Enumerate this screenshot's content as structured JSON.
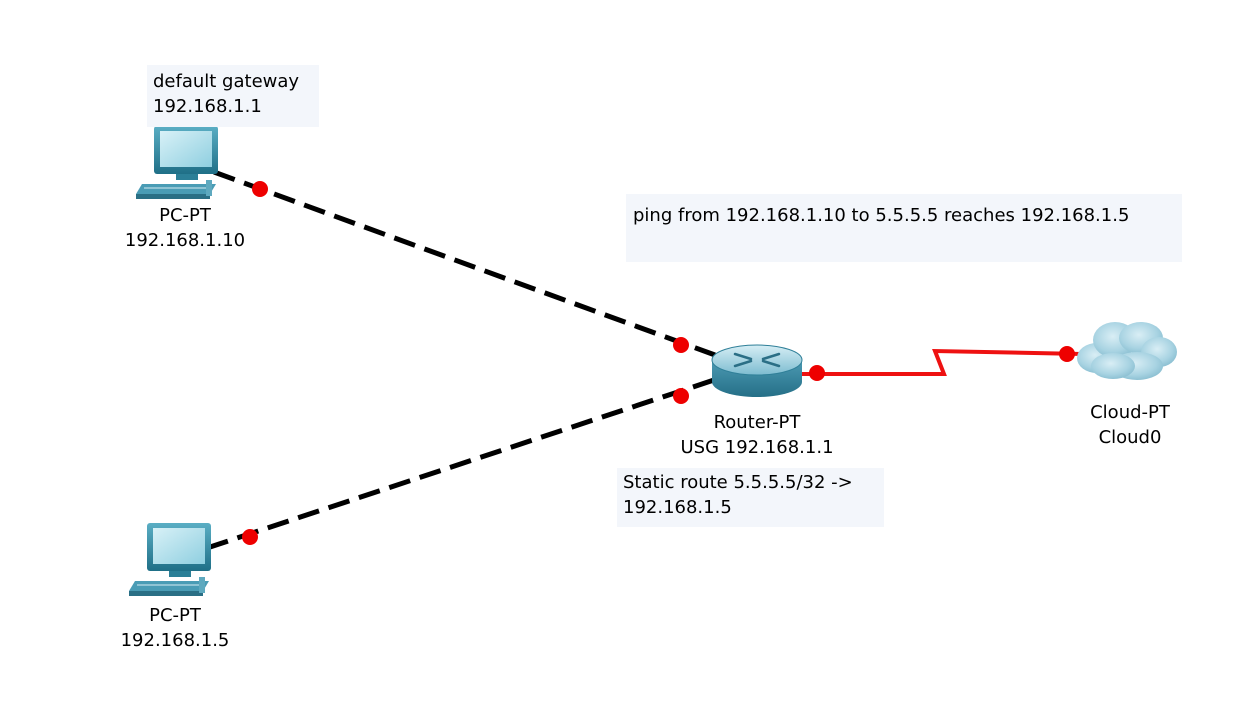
{
  "notes": {
    "gateway": {
      "line1": "default gateway",
      "line2": "192.168.1.1"
    },
    "ping": {
      "text": "ping from 192.168.1.10 to 5.5.5.5 reaches 192.168.1.5"
    },
    "route": {
      "line1": "Static route 5.5.5.5/32 ->",
      "line2": "192.168.1.5"
    }
  },
  "devices": {
    "pc1": {
      "type": "PC-PT",
      "ip": "192.168.1.10",
      "icon": "pc-icon"
    },
    "pc2": {
      "type": "PC-PT",
      "ip": "192.168.1.5",
      "icon": "pc-icon"
    },
    "router": {
      "type": "Router-PT",
      "name": "USG 192.168.1.1",
      "icon": "router-icon"
    },
    "cloud": {
      "type": "Cloud-PT",
      "name": "Cloud0",
      "icon": "cloud-icon"
    }
  },
  "colors": {
    "ethernet_link": "#000000",
    "serial_link": "#ee1111",
    "link_endpoint": "#ee0000",
    "note_bg": "#f3f6fb"
  }
}
